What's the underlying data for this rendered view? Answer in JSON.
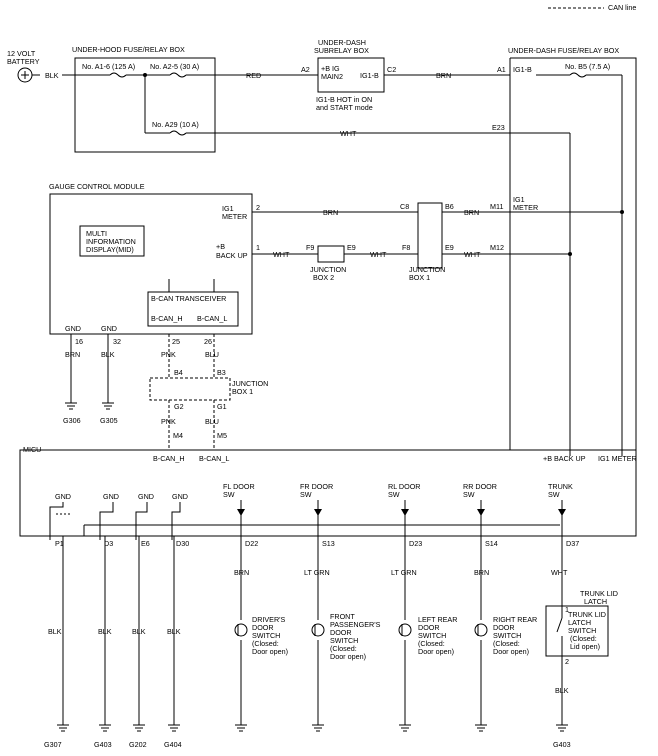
{
  "legend": {
    "can_line": "CAN line"
  },
  "battery": {
    "l1": "12 VOLT",
    "l2": "BATTERY"
  },
  "under_hood": {
    "title": "UNDER-HOOD FUSE/RELAY BOX",
    "fuse1": "No. A1-6 (125 A)",
    "fuse2": "No. A2-5 (30 A)",
    "fuse3": "No. A29 (10 A)"
  },
  "subrelay": {
    "title1": "UNDER-DASH",
    "title2": "SUBRELAY BOX",
    "pin_a2": "A2",
    "pin_c2": "C2",
    "ig_main1": "+B IG",
    "ig_main2": "MAIN2",
    "ig1b": "IG1-B",
    "note1": "IG1-B HOT in ON",
    "note2": "and START mode"
  },
  "dash_fuse": {
    "title": "UNDER-DASH FUSE/RELAY BOX",
    "pin_a1": "A1",
    "ig1b": "IG1-B",
    "fuse": "No. B5 (7.5 A)",
    "pin_e23": "E23",
    "pin_m11": "M11",
    "pin_m12": "M12",
    "ig1_1": "IG1",
    "ig1_2": "METER"
  },
  "wires": {
    "blk": "BLK",
    "red": "RED",
    "brn": "BRN",
    "wht": "WHT",
    "pnk": "PNK",
    "blu": "BLU",
    "ltgrn": "LT GRN"
  },
  "gauge": {
    "title": "GAUGE CONTROL MODULE",
    "ig1_meter_1": "IG1",
    "ig1_meter_2": "METER",
    "pin2": "2",
    "b_backup_1": "+B",
    "b_backup_2": "BACK UP",
    "pin1": "1",
    "mid1": "MULTI",
    "mid2": "INFORMATION",
    "mid3": "DISPLAY(MID)",
    "bcan": "B-CAN TRANSCEIVER",
    "bcan_h": "B-CAN_H",
    "bcan_l": "B-CAN_L",
    "gnd": "GND",
    "pin16": "16",
    "pin32": "32",
    "pin25": "25",
    "pin26": "26"
  },
  "jb1_top": {
    "c8": "C8",
    "b6": "B6",
    "f8": "F8",
    "e9": "E9",
    "l1": "JUNCTION",
    "l2": "BOX 1"
  },
  "jb2": {
    "f9": "F9",
    "e9": "E9",
    "l1": "JUNCTION",
    "l2": "BOX 2"
  },
  "jb1_can": {
    "b4": "B4",
    "b3": "B3",
    "g2": "G2",
    "g1": "G1",
    "l1": "JUNCTION",
    "l2": "BOX 1"
  },
  "grounds": {
    "g306": "G306",
    "g305": "G305",
    "g307": "G307",
    "g403a": "G403",
    "g202": "G202",
    "g404": "G404",
    "g403b": "G403"
  },
  "micu": {
    "title": "MICU",
    "m4": "M4",
    "m5": "M5",
    "bcan_h": "B-CAN_H",
    "bcan_l": "B-CAN_L",
    "b_backup": "+B BACK UP",
    "ig1_meter": "IG1 METER",
    "gnd": "GND",
    "p1": "P1",
    "d3": "D3",
    "e6": "E6",
    "d30": "D30",
    "fl_1": "FL DOOR",
    "fr_1": "FR DOOR",
    "rl_1": "RL DOOR",
    "rr_1": "RR DOOR",
    "trunk_1": "TRUNK",
    "sw": "SW",
    "d22": "D22",
    "s13": "S13",
    "d23": "D23",
    "s14": "S14",
    "d37": "D37"
  },
  "switches": {
    "drv1": "DRIVER'S",
    "drv2": "DOOR",
    "drv3": "SWITCH",
    "drv4": "(Closed:",
    "drv5": "Door open)",
    "fp1": "FRONT",
    "fp2": "PASSENGER'S",
    "fp3": "DOOR",
    "fp4": "SWITCH",
    "fp5": "(Closed:",
    "fp6": "Door open)",
    "lr1": "LEFT REAR",
    "lr2": "DOOR",
    "lr3": "SWITCH",
    "lr4": "(Closed:",
    "lr5": "Door open)",
    "rr1": "RIGHT REAR",
    "rr2": "DOOR",
    "rr3": "SWITCH",
    "rr4": "(Closed:",
    "rr5": "Door open)",
    "tr1": "TRUNK LID",
    "tr2": "LATCH",
    "tb1": "TRUNK LID",
    "tb2": "LATCH",
    "tb3": "SWITCH",
    "tb4": "(Closed:",
    "tb5": "Lid open)",
    "pin1": "1",
    "pin2": "2"
  }
}
